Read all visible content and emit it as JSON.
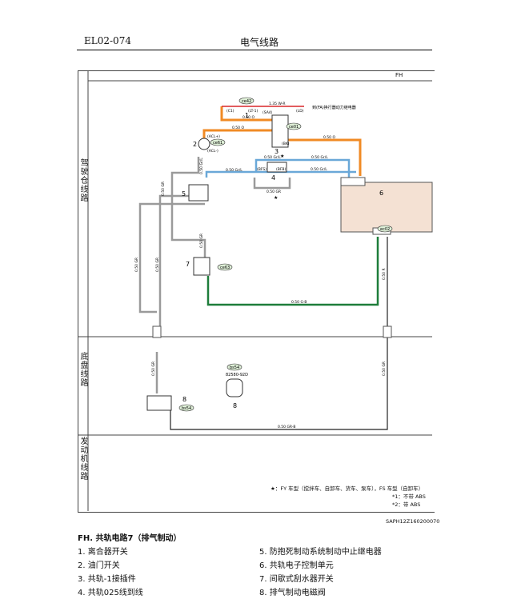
{
  "header": {
    "page_code": "EL02-074",
    "title": "电气线路"
  },
  "frame": {
    "corner_code": "FH"
  },
  "sections": {
    "cab": "驾驶仓线路",
    "chassis": "底盘线路",
    "engine": "发动机线路"
  },
  "wires": {
    "w_135wr": "1.35 W-R",
    "w_050o_a": "0.50 O",
    "w_050o_b": "0.50 O",
    "w_050o_c": "0.50 O",
    "w_050grl_a": "0.50 Gr/L",
    "w_050grl_b": "0.50 Gr/L",
    "w_050grl_c": "0.50 Gr/L",
    "w_050grl_d": "0.50 Gr/L",
    "w_050gr_a": "0.50 GR",
    "w_050gr_b": "0.50 GR",
    "w_050gr_c": "0.50 GR",
    "w_050gr_d": "0.50 GR",
    "w_050gr_e": "0.50 GR",
    "w_050grl_v": "0.50 Gr/L",
    "w_050gb": "0.50 G-B",
    "w_050grb": "0.50 GR-B",
    "w_050gr_f": "0.50 GR",
    "w_050gr_g": "0.50 GR",
    "w_050r": "0.50 R"
  },
  "connectors": {
    "ce42": "ce42",
    "ce01": "ce01",
    "ce61": "ce61",
    "ce63": "ce63",
    "bs54a": "bs54",
    "bs54b": "bs54",
    "ec02": "ec02",
    "nr_note": "82580-92D",
    "pin_sa4": "(SA4)",
    "pin_c1": "(C1)",
    "pin_lt1": "(LT-1)",
    "pin_ld": "(LD)",
    "pin_acl": "(ACL+)",
    "pin_acl2": "(ACL-)",
    "pin_bk": "(BK)",
    "pin_bfs": "(BFS)",
    "pin_bfb": "(BFB)"
  },
  "callouts": {
    "n1": "1",
    "n2": "2",
    "n3": "3",
    "n4": "4",
    "n5": "5",
    "n6": "6",
    "n7": "7",
    "n8a": "8",
    "n8b": "8",
    "to_relay": "到(FA)换行器动力继电器",
    "star_a": "★",
    "star_b": "★"
  },
  "notes": {
    "line1": "★：FY 车型（搅拌车、自卸车、货车、泵车），FS 车型（自卸车）",
    "line2": "*1：不带 ABS",
    "line3": "*2：带 ABS"
  },
  "figure_code": "SAPH12Z160200070",
  "caption": "FH. 共轨电路7（排气制动）",
  "legend": {
    "left": [
      "1. 离合器开关",
      "2. 油门开关",
      "3. 共轨-1接插件",
      "4. 共轨025线到线"
    ],
    "right": [
      "5. 防抱死制动系统制动中止继电器",
      "6. 共轨电子控制单元",
      "7. 间歇式刮水器开关",
      "8. 排气制动电磁阀"
    ]
  },
  "colors": {
    "orange": "#f08a24",
    "red": "#d8262a",
    "blue": "#6aa8d8",
    "gray": "#9a9a9a",
    "green": "#1e7d3a",
    "ecu_fill": "#f4e1d3",
    "connector_fill": "#dff0d8"
  }
}
